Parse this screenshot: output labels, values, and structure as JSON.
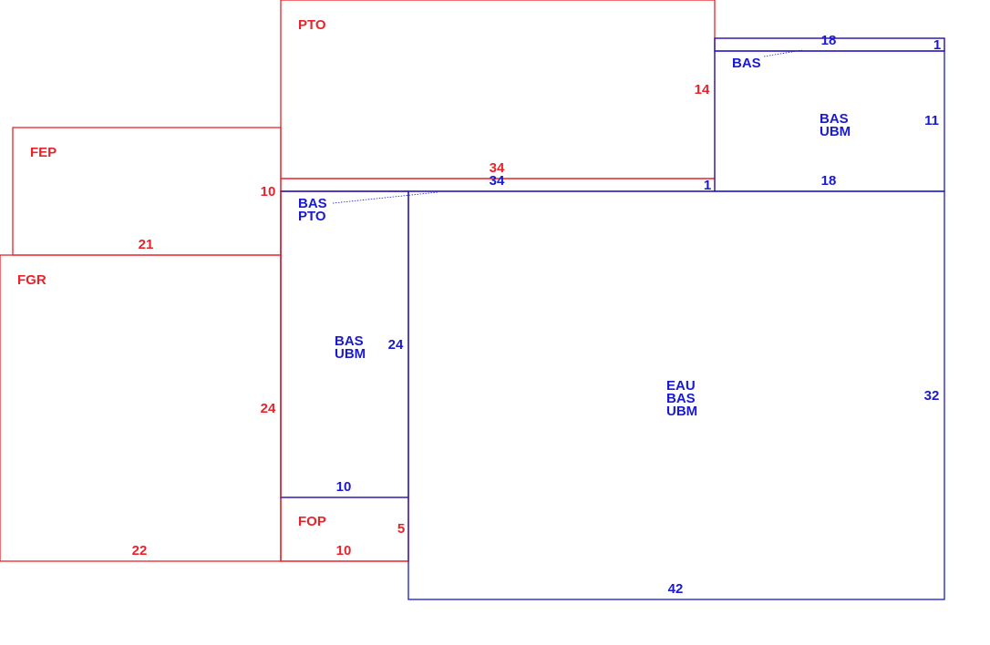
{
  "colors": {
    "red": "#e8232a",
    "blue": "#1a1ad0"
  },
  "zones": {
    "fep": {
      "name": "FEP",
      "width": "21",
      "height": "10"
    },
    "fgr": {
      "name": "FGR",
      "width": "22",
      "height": "24"
    },
    "pto": {
      "name": "PTO",
      "width": "34",
      "height": "14"
    },
    "pto_strip": {
      "width": "34",
      "height": "1"
    },
    "fop": {
      "name": "FOP",
      "width": "10",
      "height": "5"
    },
    "bas_strip_top": {
      "name": "BAS",
      "width": "18",
      "height": "1"
    },
    "bas_ubm_top": {
      "line1": "BAS",
      "line2": "UBM",
      "width": "18",
      "height": "11"
    },
    "bas_pto_mid": {
      "line1": "BAS",
      "line2": "PTO"
    },
    "bas_ubm_left": {
      "line1": "BAS",
      "line2": "UBM",
      "width": "10",
      "height": "24"
    },
    "eau_bas_ubm": {
      "line1": "EAU",
      "line2": "BAS",
      "line3": "UBM",
      "width": "42",
      "height": "32"
    }
  }
}
